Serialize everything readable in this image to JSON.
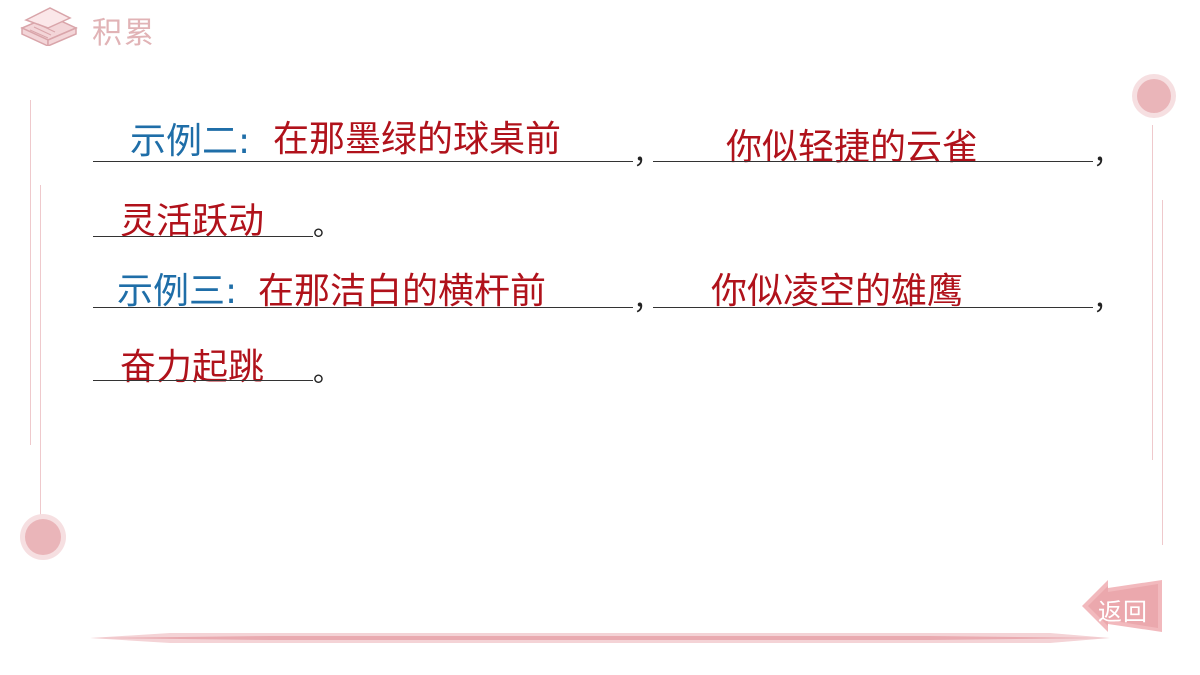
{
  "header": {
    "title": "积累",
    "icon": "book-icon"
  },
  "content": {
    "rows": [
      {
        "label": "示例二:",
        "blank1": "在那墨绿的球桌前",
        "comma1": "，",
        "blank2": "你似轻捷的云雀",
        "comma2": "，",
        "blank3": "灵活跃动",
        "period": "。"
      },
      {
        "label": "示例三:",
        "blank1": "在那洁白的横杆前",
        "comma1": "，",
        "blank2": "你似凌空的雄鹰",
        "comma2": "，",
        "blank3": "奋力起跳",
        "period": "。"
      }
    ]
  },
  "nav": {
    "return_label": "返回",
    "return_icon": "left-arrow-icon"
  },
  "colors": {
    "label": "#1f6ea8",
    "answer": "#b0121b",
    "accent": "#e8a9ae"
  }
}
